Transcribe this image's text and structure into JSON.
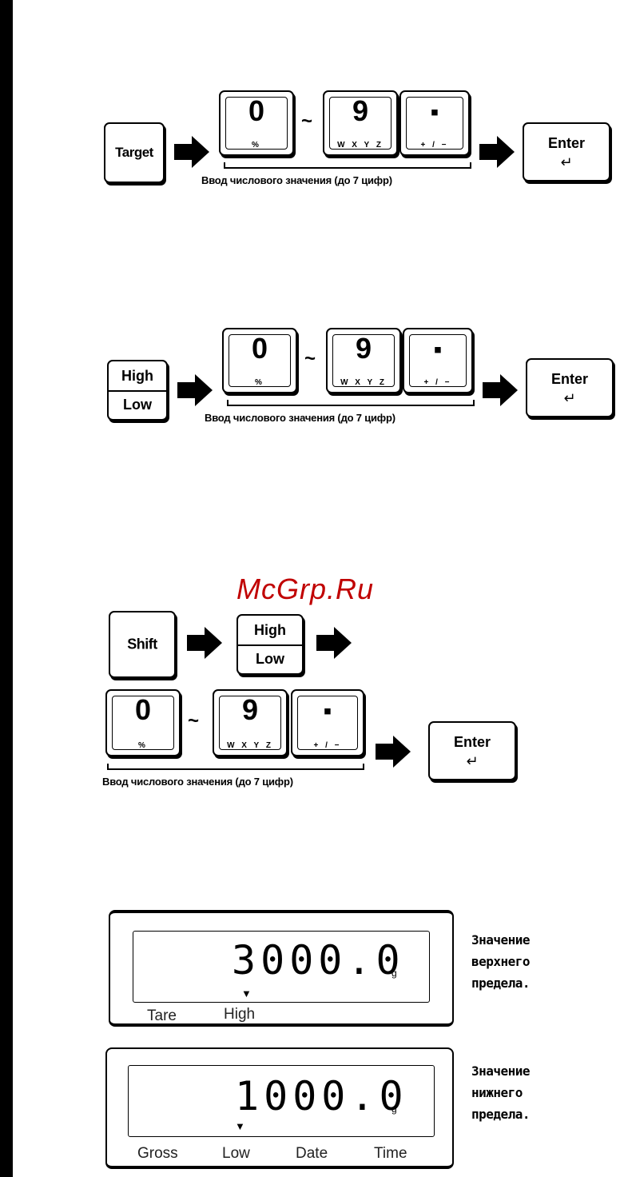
{
  "watermark": "McGrp.Ru",
  "keys": {
    "target": "Target",
    "shift": "Shift",
    "high": "High",
    "low": "Low",
    "zero": "0",
    "zero_sub": "%",
    "nine": "9",
    "nine_sub": "W X Y Z",
    "dot": "▪",
    "dot_sub": "+ / −",
    "enter": "Enter",
    "enter_symbol": "↵"
  },
  "tilde": "~",
  "caption": "Ввод числового значения (до 7 цифр)",
  "displays": {
    "upper": {
      "value": "3000.0",
      "unit": "g",
      "marker": "▼",
      "indicators": [
        "Tare",
        "High"
      ],
      "description": [
        "Значение",
        "верхнего",
        "предела."
      ]
    },
    "lower": {
      "value": "1000.0",
      "unit": "g",
      "marker": "▼",
      "indicators": [
        "Gross",
        "Low",
        "Date",
        "Time"
      ],
      "description": [
        "Значение",
        "нижнего",
        "предела."
      ]
    }
  }
}
